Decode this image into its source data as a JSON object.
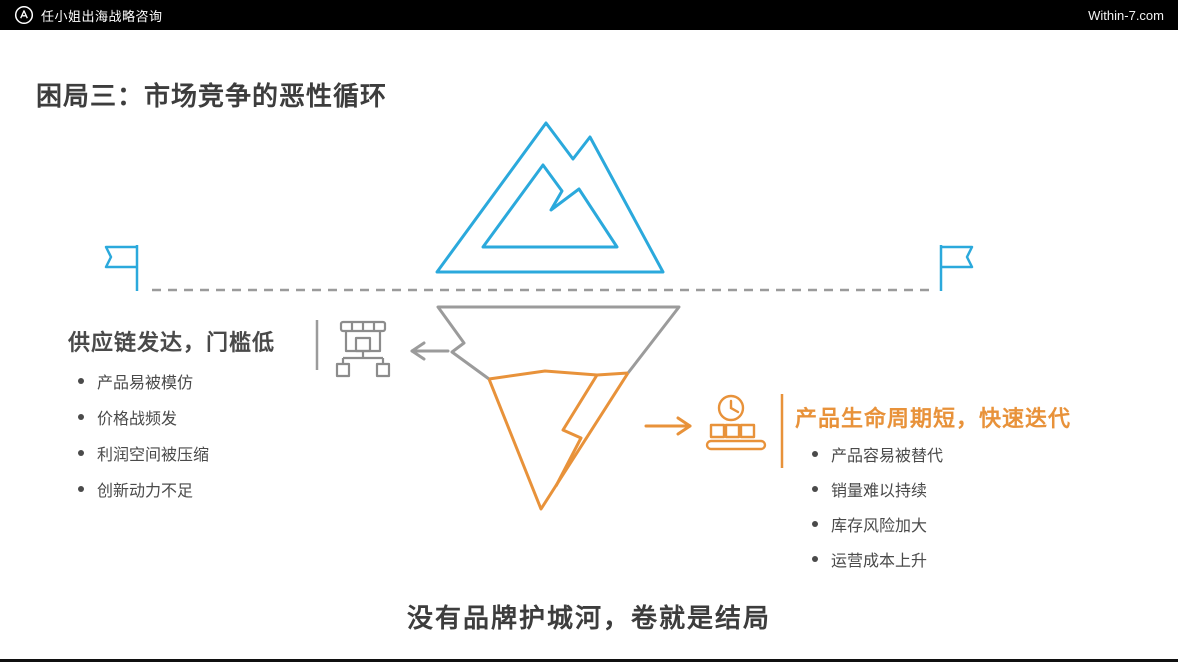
{
  "header": {
    "brand": "任小姐出海战略咨询",
    "site": "Within-7.com"
  },
  "slide": {
    "title": "困局三：市场竞争的恶性循环",
    "conclusion": "没有品牌护城河，卷就是结局"
  },
  "left_panel": {
    "heading": "供应链发达，门槛低",
    "bullets": [
      "产品易被模仿",
      "价格战频发",
      "利润空间被压缩",
      "创新动力不足"
    ]
  },
  "right_panel": {
    "heading": "产品生命周期短，快速迭代",
    "bullets": [
      "产品容易被替代",
      "销量难以持续",
      "库存风险加大",
      "运营成本上升"
    ]
  },
  "icons": {
    "brand_logo": "brand-logo-icon",
    "flags": "flag-icon",
    "left": "store-network-icon",
    "right_top": "clock-icon",
    "right_bottom": "conveyor-belt-icon"
  },
  "colors": {
    "blue": "#2BA9DC",
    "orange": "#E8923A",
    "gray": "#9B9B9B",
    "text_dark": "#3D3D3D"
  }
}
